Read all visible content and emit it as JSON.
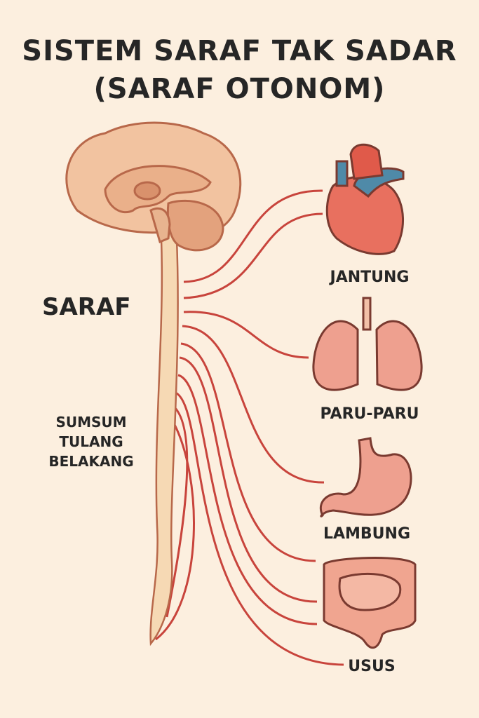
{
  "title_line1": "SISTEM SARAF TAK SADAR",
  "title_line2": "(SARAF OTONOM)",
  "labels": {
    "saraf": "SARAF",
    "sumsum": [
      "SUMSUM",
      "TULANG",
      "BELAKANG"
    ],
    "jantung": "JANTUNG",
    "paru": "PARU-PARU",
    "lambung": "LAMBUNG",
    "usus": "USUS"
  },
  "colors": {
    "background": "#fcefdf",
    "nerve": "#c8443c",
    "brain": "#f2c3a0",
    "organ": "#e8705f",
    "cord": "#f6d9b4"
  }
}
